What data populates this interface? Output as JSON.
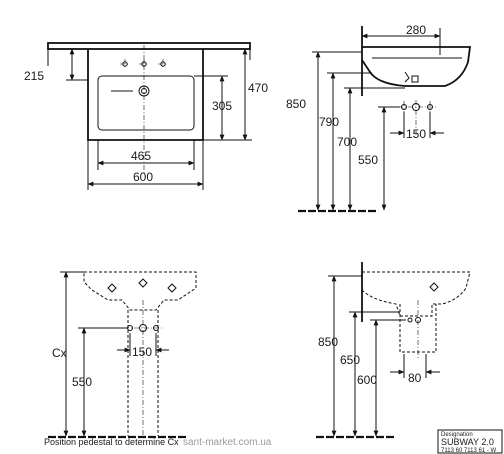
{
  "front_view": {
    "width_overall": "600",
    "width_bowl": "465",
    "height_depth": "470",
    "bowl_depth": "305",
    "tap_offset": "215"
  },
  "side_view": {
    "tap_distance": "280",
    "height_top": "850",
    "height_790": "790",
    "height_700": "700",
    "height_550": "550",
    "connection_spacing": "150"
  },
  "pedestal_front": {
    "cx_label": "Cx",
    "height_550": "550",
    "connection_spacing": "150",
    "note": "Position pedestal to determine Cx"
  },
  "pedestal_side": {
    "height_850": "850",
    "height_650": "650",
    "height_600": "600",
    "trap_width": "80"
  },
  "title_block": {
    "designation_label": "Designation",
    "product_name": "SUBWAY 2.0",
    "article_numbers": "7113 60 7113 61 - W"
  },
  "watermark": "sant-market.com.ua"
}
